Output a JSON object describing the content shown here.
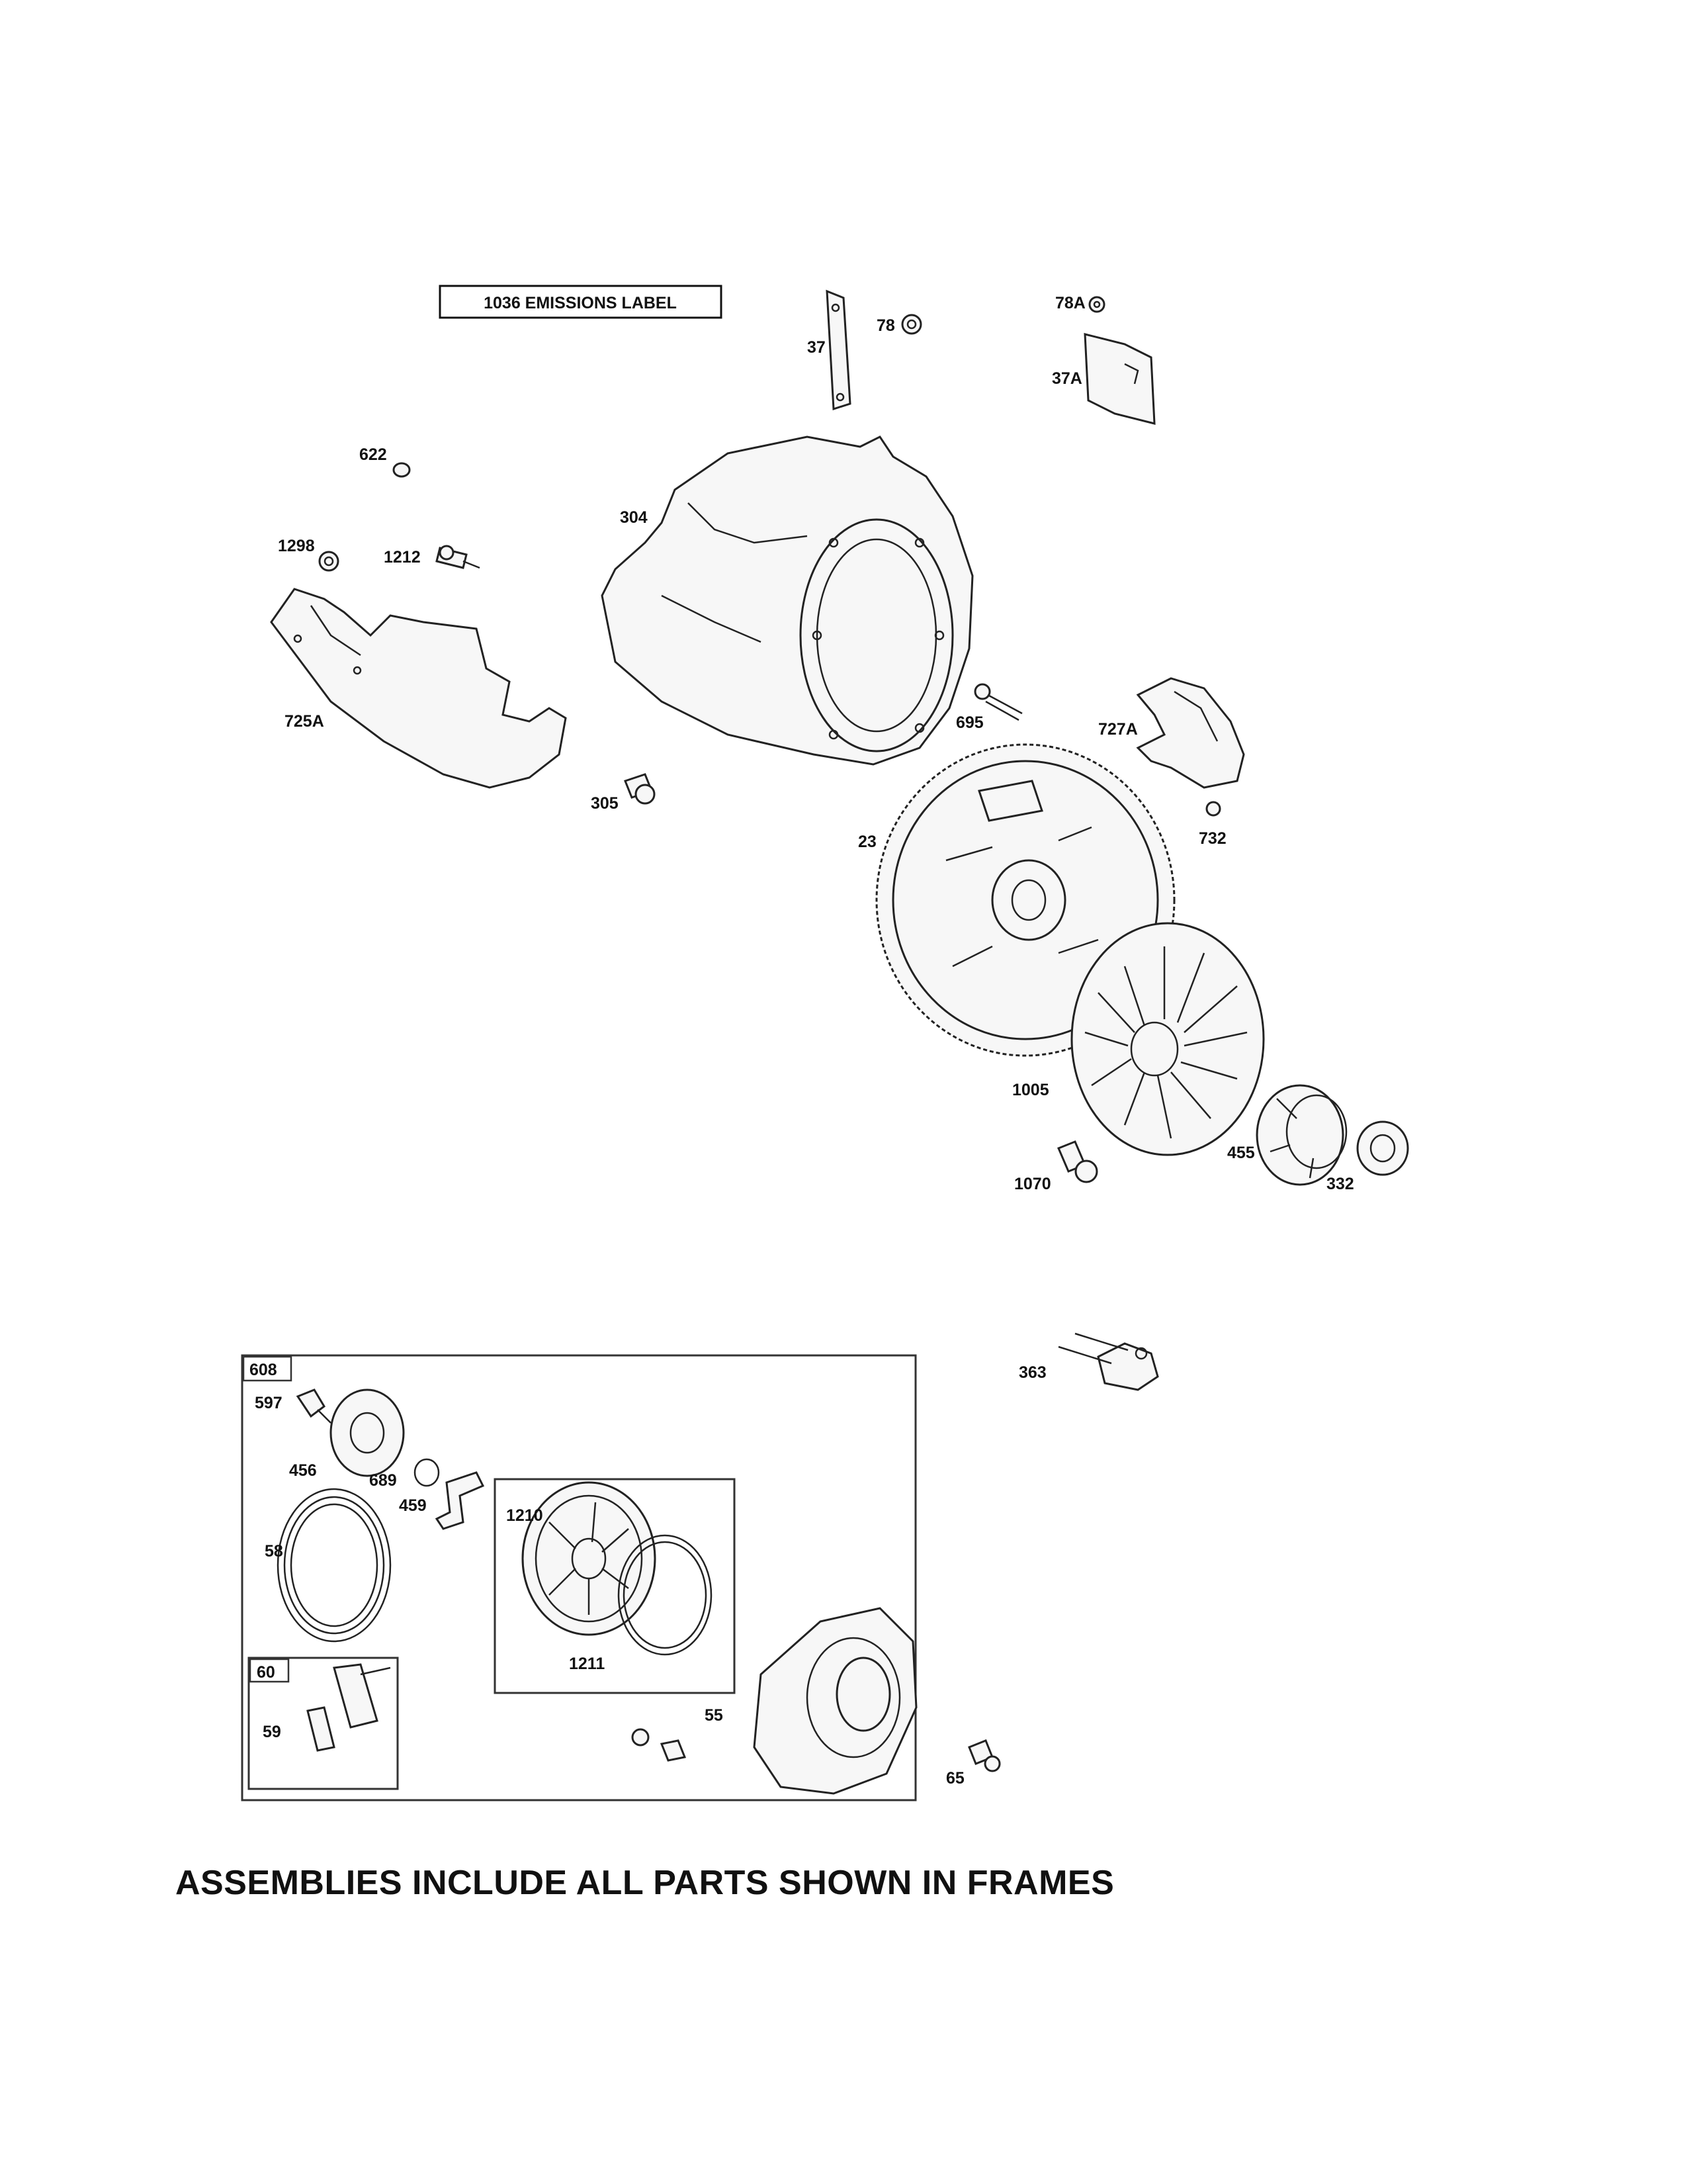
{
  "emissions_label": "1036 EMISSIONS LABEL",
  "callouts": {
    "p37": "37",
    "p78": "78",
    "p78A": "78A",
    "p37A": "37A",
    "p622": "622",
    "p304": "304",
    "p1298": "1298",
    "p1212": "1212",
    "p725A": "725A",
    "p695": "695",
    "p727A": "727A",
    "p305": "305",
    "p23": "23",
    "p732": "732",
    "p1005": "1005",
    "p455": "455",
    "p332": "332",
    "p1070": "1070",
    "p363": "363",
    "p608": "608",
    "p597": "597",
    "p456": "456",
    "p689": "689",
    "p459": "459",
    "p58": "58",
    "p1210": "1210",
    "p1211": "1211",
    "p60": "60",
    "p59": "59",
    "p55": "55",
    "p65": "65"
  },
  "footer": "ASSEMBLIES INCLUDE ALL PARTS SHOWN IN FRAMES"
}
